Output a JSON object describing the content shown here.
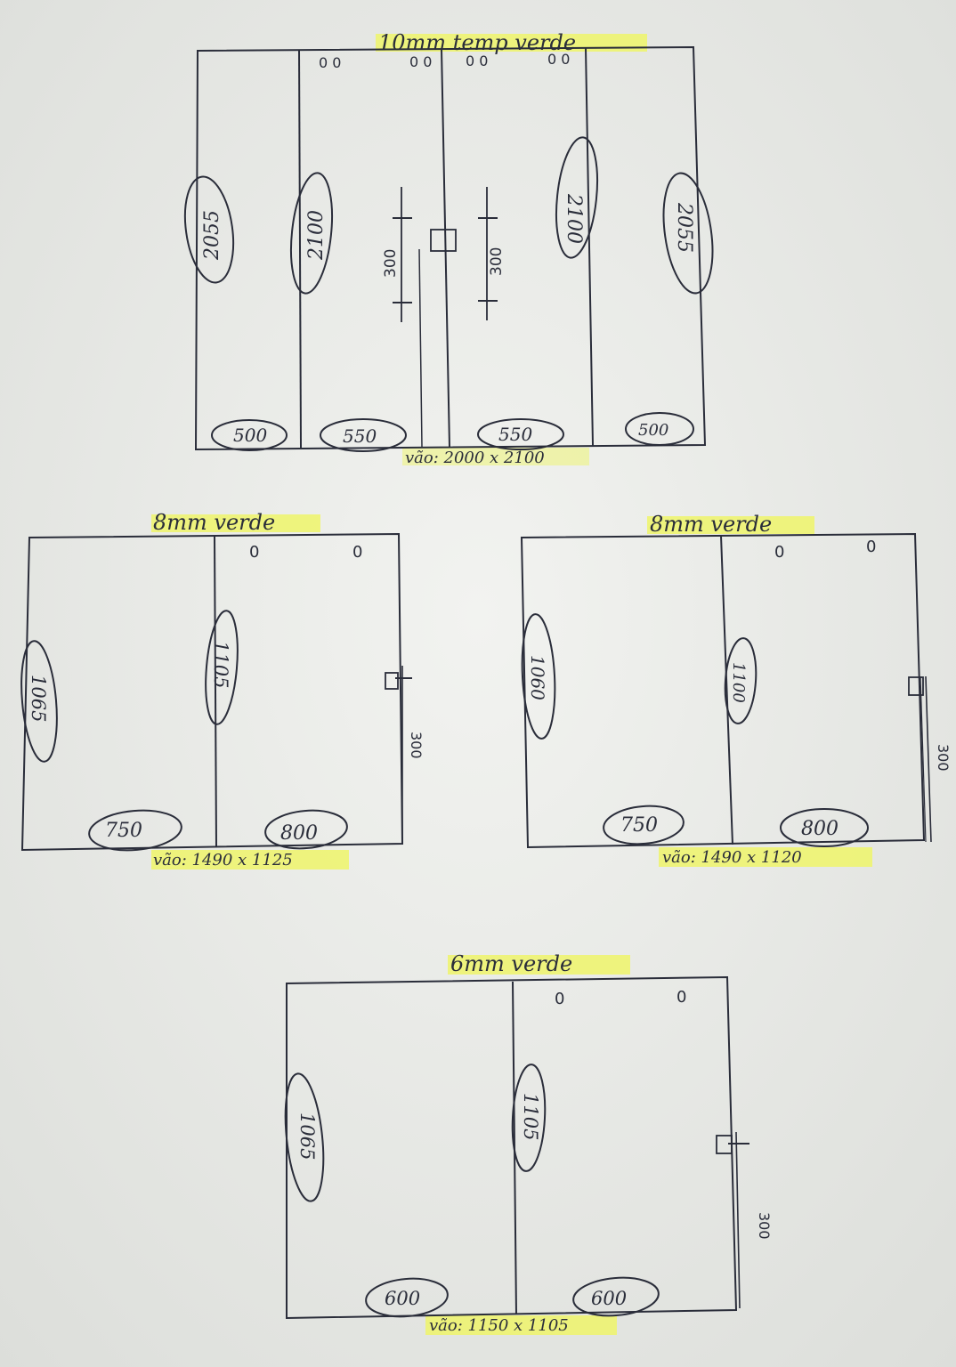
{
  "panels": [
    {
      "title": "10mm temp verde",
      "span": "vão: 2000 x 2100",
      "heights": [
        "2055",
        "2100",
        "2100",
        "2055"
      ],
      "widths": [
        "500",
        "550",
        "550",
        "500"
      ],
      "holes": [
        "0 0",
        "0 0",
        "0 0",
        "0 0"
      ],
      "handles": [
        "300",
        "300"
      ]
    },
    {
      "title": "8mm verde",
      "span": "vão: 1490 x 1125",
      "heights": [
        "1065",
        "1105"
      ],
      "widths": [
        "750",
        "800"
      ],
      "holes": [
        "0",
        "0"
      ],
      "handle": "300"
    },
    {
      "title": "8mm verde",
      "span": "vão: 1490 x 1120",
      "heights": [
        "1060",
        "1100"
      ],
      "widths": [
        "750",
        "800"
      ],
      "holes": [
        "0",
        "0"
      ],
      "handle": "300"
    },
    {
      "title": "6mm verde",
      "span": "vão: 1150 x 1105",
      "heights": [
        "1065",
        "1105"
      ],
      "widths": [
        "600",
        "600"
      ],
      "holes": [
        "0",
        "0"
      ],
      "handle": "300"
    }
  ],
  "colors": {
    "ink": "#2a2d3a",
    "highlight": "#eef56a",
    "paper": "#e9eae6"
  }
}
